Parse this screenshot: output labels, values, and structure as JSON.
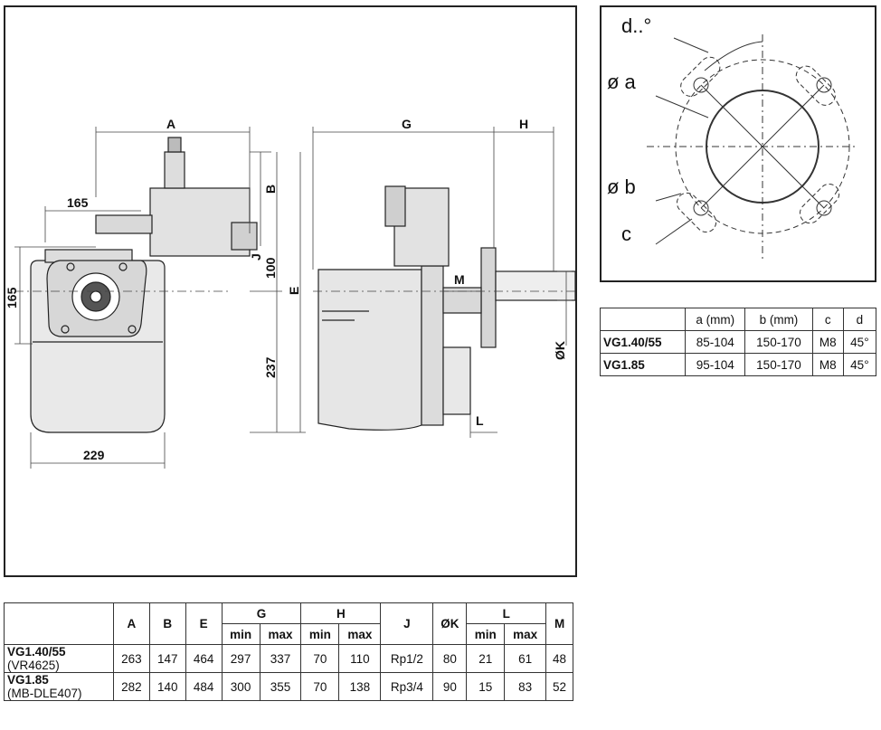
{
  "diagram": {
    "labels": {
      "A": "A",
      "B": "B",
      "J": "J",
      "E": "E",
      "G": "G",
      "H": "H",
      "M": "M",
      "L": "L",
      "K": "ØK",
      "dim_165_top": "165",
      "dim_165_left": "165",
      "dim_229": "229",
      "dim_100": "100",
      "dim_237": "237"
    }
  },
  "flange": {
    "labels": {
      "d": "d..°",
      "a": "ø a",
      "b": "ø b",
      "c": "c"
    }
  },
  "flange_table": {
    "headers": [
      "",
      "a (mm)",
      "b (mm)",
      "c",
      "d"
    ],
    "rows": [
      [
        "VG1.40/55",
        "85-104",
        "150-170",
        "M8",
        "45°"
      ],
      [
        "VG1.85",
        "95-104",
        "150-170",
        "M8",
        "45°"
      ]
    ]
  },
  "main_table": {
    "headers": {
      "A": "A",
      "B": "B",
      "E": "E",
      "G": "G",
      "H": "H",
      "J": "J",
      "K": "ØK",
      "L": "L",
      "M": "M",
      "min": "min",
      "max": "max"
    },
    "rows": [
      {
        "model": "VG1.40/55",
        "variant": "(VR4625)",
        "A": "263",
        "B": "147",
        "E": "464",
        "G_min": "297",
        "G_max": "337",
        "H_min": "70",
        "H_max": "110",
        "J": "Rp1/2",
        "K": "80",
        "L_min": "21",
        "L_max": "61",
        "M": "48"
      },
      {
        "model": "VG1.85",
        "variant": "(MB-DLE407)",
        "A": "282",
        "B": "140",
        "E": "484",
        "G_min": "300",
        "G_max": "355",
        "H_min": "70",
        "H_max": "138",
        "J": "Rp3/4",
        "K": "90",
        "L_min": "15",
        "L_max": "83",
        "M": "52"
      }
    ]
  }
}
